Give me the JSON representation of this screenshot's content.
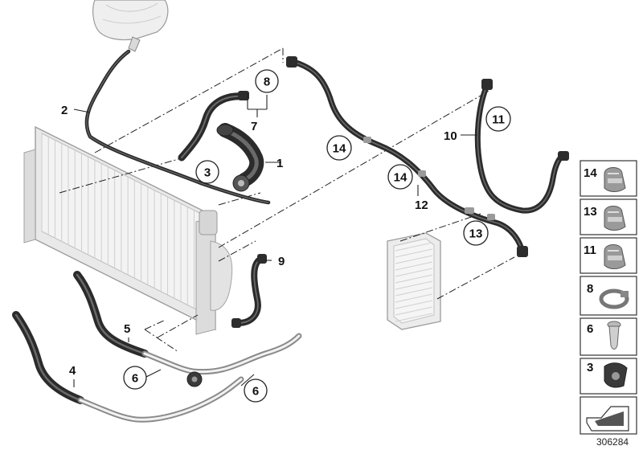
{
  "callouts": {
    "c1": "1",
    "c2": "2",
    "c3": "3",
    "c4": "4",
    "c5": "5",
    "c6a": "6",
    "c6b": "6",
    "c7": "7",
    "c8": "8",
    "c9": "9",
    "c10": "10",
    "c11": "11",
    "c12": "12",
    "c13": "13",
    "c14a": "14",
    "c14b": "14"
  },
  "side_panel": {
    "items": [
      "14",
      "13",
      "11",
      "8",
      "6",
      "3"
    ]
  },
  "document_number": "306284"
}
